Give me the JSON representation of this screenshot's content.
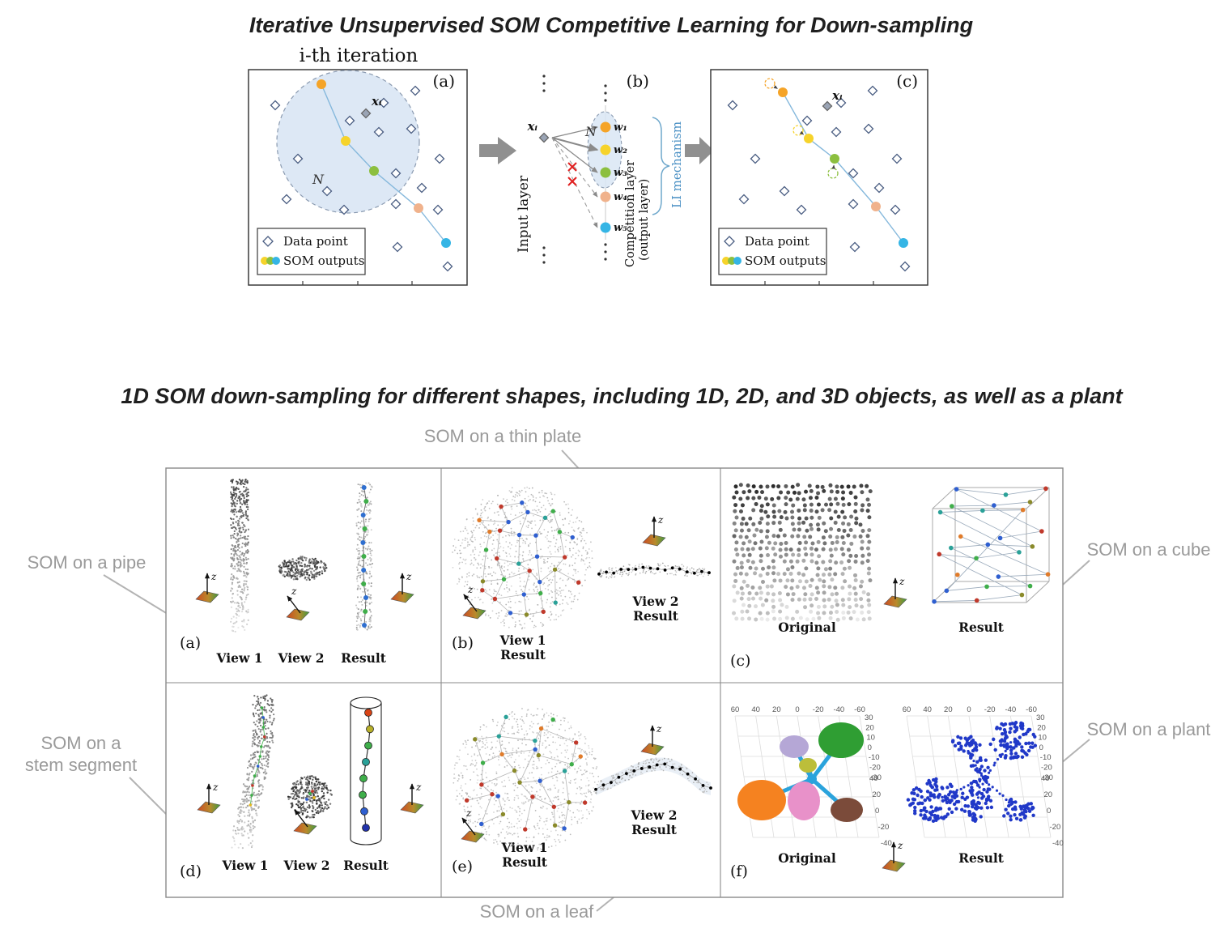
{
  "top": {
    "title": "Iterative Unsupervised SOM Competitive Learning for Down-sampling",
    "iteration_label": "i-th iteration",
    "xi_label": "xᵢ",
    "neighborhood_label": "N",
    "legend": {
      "data_point": "Data point",
      "som_outputs": "SOM outputs"
    },
    "som_palette": [
      "#F5A428",
      "#F6D32B",
      "#8CBF3F",
      "#F0B28C",
      "#35B5E5"
    ],
    "panel_a": {
      "tag": "(a)",
      "som_chain": [
        [
          397,
          104
        ],
        [
          427,
          174
        ],
        [
          462,
          211
        ],
        [
          517,
          257
        ],
        [
          551,
          300
        ]
      ],
      "xi_point": [
        452,
        140
      ],
      "data_points": [
        [
          340,
          130
        ],
        [
          368,
          196
        ],
        [
          404,
          236
        ],
        [
          432,
          149
        ],
        [
          468,
          163
        ],
        [
          474,
          127
        ],
        [
          508,
          159
        ],
        [
          513,
          112
        ],
        [
          489,
          214
        ],
        [
          521,
          232
        ],
        [
          543,
          196
        ],
        [
          489,
          252
        ],
        [
          541,
          259
        ],
        [
          491,
          305
        ],
        [
          553,
          329
        ],
        [
          425,
          259
        ],
        [
          354,
          246
        ]
      ]
    },
    "panel_b": {
      "tag": "(b)",
      "input_layer_label": "Input layer",
      "competition_layer_line1": "Competition layer",
      "competition_layer_line2": "(output layer)",
      "li_label": "LI mechanism",
      "weights": [
        "w₁",
        "w₂",
        "w₃",
        "w₄",
        "w₅"
      ]
    },
    "panel_c": {
      "tag": "(c)",
      "som_chain": [
        [
          967,
          114
        ],
        [
          999,
          171
        ],
        [
          1031,
          196
        ],
        [
          1082,
          255
        ],
        [
          1116,
          300
        ]
      ],
      "ghosts": [
        [
          951,
          103,
          0
        ],
        [
          986,
          161,
          1
        ],
        [
          1029,
          214,
          2
        ]
      ],
      "xi_point": [
        1022,
        131
      ],
      "data_points": [
        [
          905,
          130
        ],
        [
          933,
          196
        ],
        [
          969,
          236
        ],
        [
          997,
          149
        ],
        [
          1033,
          163
        ],
        [
          1039,
          127
        ],
        [
          1073,
          159
        ],
        [
          1078,
          112
        ],
        [
          1054,
          214
        ],
        [
          1086,
          232
        ],
        [
          1108,
          196
        ],
        [
          1054,
          252
        ],
        [
          1106,
          259
        ],
        [
          1056,
          305
        ],
        [
          1118,
          329
        ],
        [
          990,
          259
        ],
        [
          919,
          246
        ]
      ]
    }
  },
  "bottom": {
    "title": "1D SOM down-sampling for different shapes, including 1D, 2D, and 3D objects, as well as a plant",
    "axis_z_label": "z",
    "labels": {
      "view1": "View 1",
      "view2": "View 2",
      "result": "Result",
      "original": "Original"
    },
    "tags": {
      "a": "(a)",
      "b": "(b)",
      "c": "(c)",
      "d": "(d)",
      "e": "(e)",
      "f": "(f)"
    },
    "callouts": {
      "pipe": "SOM on a pipe",
      "thin_plate": "SOM on a thin plate",
      "cube": "SOM on a cube",
      "stem_line1": "SOM on a",
      "stem_line2": "stem segment",
      "leaf": "SOM on a leaf",
      "plant": "SOM on a plant"
    },
    "network_palette": [
      "#2F5FD0",
      "#3FAE4A",
      "#8A8A2A",
      "#C0392B",
      "#2AA198",
      "#E07B2A"
    ],
    "stem_result_colors": [
      "#D84315",
      "#B8B02A",
      "#3FAE4A",
      "#2AA198",
      "#3FAE4A",
      "#3FAE4A",
      "#2F5FD0",
      "#2233AA"
    ],
    "pipe_result_colors": [
      "#2F6FD0",
      "#3FAE4A"
    ],
    "plant": {
      "x_ticks": [
        "60",
        "40",
        "20",
        "0",
        "-20",
        "-40",
        "-60"
      ],
      "z_ticks": [
        "30",
        "20",
        "10",
        "0",
        "-10",
        "-20",
        "-30"
      ],
      "y_ticks": [
        "40",
        "20",
        "0",
        "-20",
        "-40"
      ],
      "link_color": "#2AA3DC",
      "result_color": "#2038C8",
      "blobs": [
        {
          "name": "orange-fruit",
          "dx": -62,
          "dy": 26,
          "rx": 30,
          "ry": 25,
          "color": "#F58220"
        },
        {
          "name": "lavender-leaf",
          "dx": -22,
          "dy": -40,
          "rx": 18,
          "ry": 14,
          "color": "#B5A7D6"
        },
        {
          "name": "olive-leaf",
          "dx": -5,
          "dy": -17,
          "rx": 11,
          "ry": 9,
          "color": "#BCBE3A"
        },
        {
          "name": "green-leaf",
          "dx": 36,
          "dy": -48,
          "rx": 28,
          "ry": 22,
          "color": "#2F9E33"
        },
        {
          "name": "pink-fruit",
          "dx": -10,
          "dy": 27,
          "rx": 20,
          "ry": 24,
          "color": "#E891C9"
        },
        {
          "name": "brown-fruit",
          "dx": 43,
          "dy": 38,
          "rx": 20,
          "ry": 15,
          "color": "#7B4B3A"
        }
      ]
    }
  },
  "colors": {
    "diamond": "#4A5D82",
    "chain_line": "#85B8DC",
    "neighborhood_fill": "#D9E6F4",
    "neighborhood_stroke": "#8A9AB0",
    "callout_line": "#B3B3B3",
    "arrow_gray": "#909090",
    "grid": "#8A8A8A",
    "box": "#3A3A3A"
  }
}
